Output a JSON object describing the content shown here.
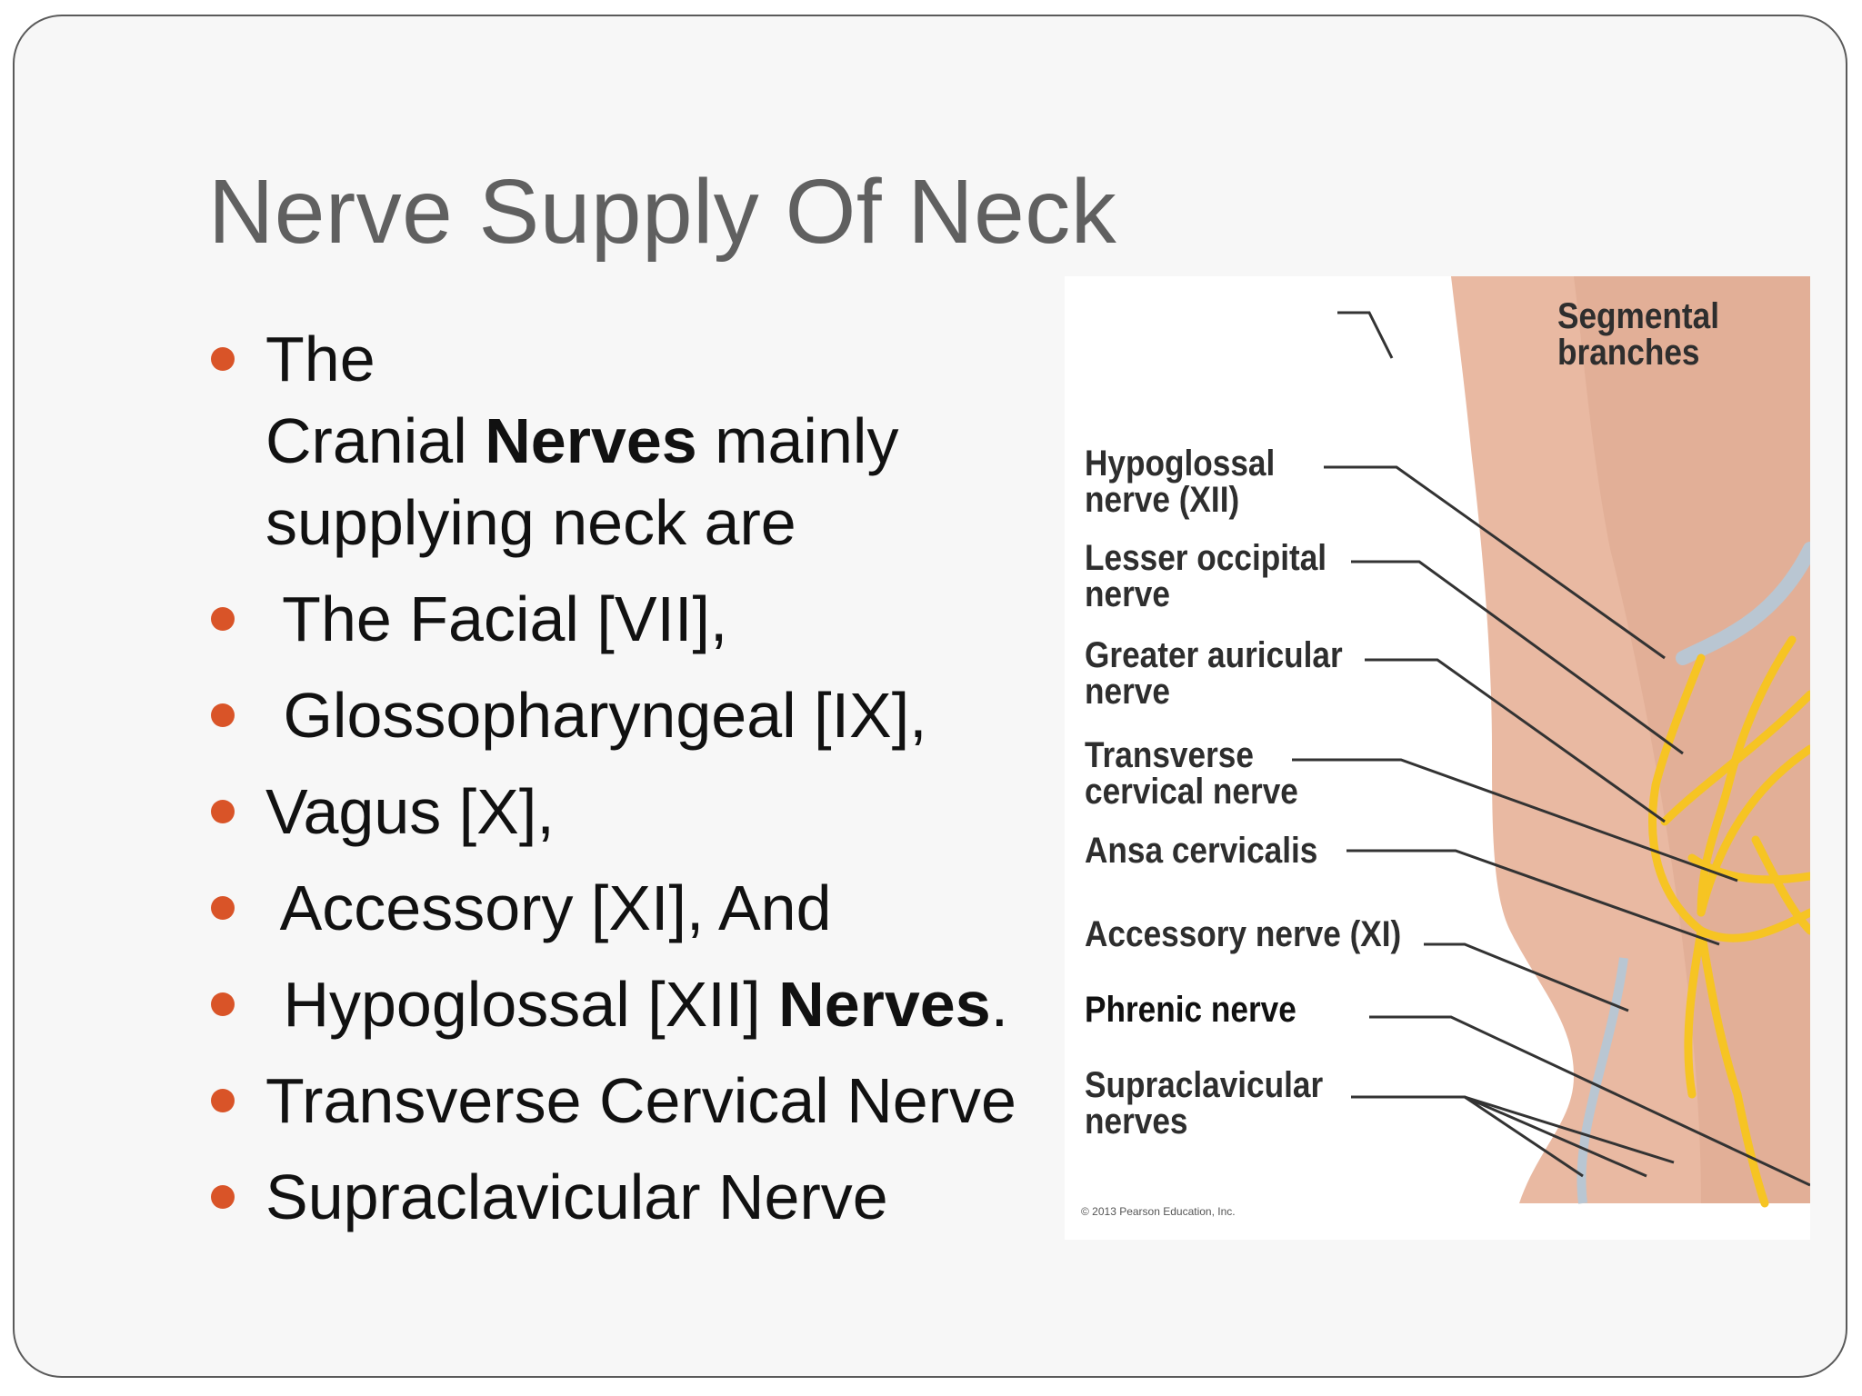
{
  "slide": {
    "title": "Nerve Supply Of Neck",
    "bullets": [
      {
        "pre": "The",
        "line2pre": "Cranial ",
        "bold": "Nerves",
        "post": " mainly",
        "line3": "supplying neck are"
      },
      {
        "text": " The Facial [VII],"
      },
      {
        "text": " Glossopharyngeal [IX],"
      },
      {
        "text": "Vagus [X],"
      },
      {
        "text": " Accessory [XI], And"
      },
      {
        "pre": " Hypoglossal [XII] ",
        "bold": "Nerves",
        "post": "."
      },
      {
        "text": "Transverse Cervical Nerve"
      },
      {
        "text": "Supraclavicular Nerve"
      }
    ],
    "bullet_color": "#d95428"
  },
  "figure": {
    "labels": {
      "segmental": "Segmental\nbranches",
      "hypoglossal": "Hypoglossal\nnerve (XII)",
      "lesser_occipital": "Lesser occipital\nnerve",
      "greater_auricular": "Greater auricular\nnerve",
      "transverse_cervical": "Transverse\ncervical nerve",
      "ansa_cervicalis": "Ansa cervicalis",
      "accessory": "Accessory nerve (XI)",
      "phrenic": "Phrenic nerve",
      "supraclavicular": "Supraclavicular\nnerves"
    },
    "credit": "© 2013 Pearson Education, Inc.",
    "colors": {
      "skin": "#e9b9a2",
      "nerve": "#f6c423",
      "vessel": "#b9c6d2"
    }
  }
}
